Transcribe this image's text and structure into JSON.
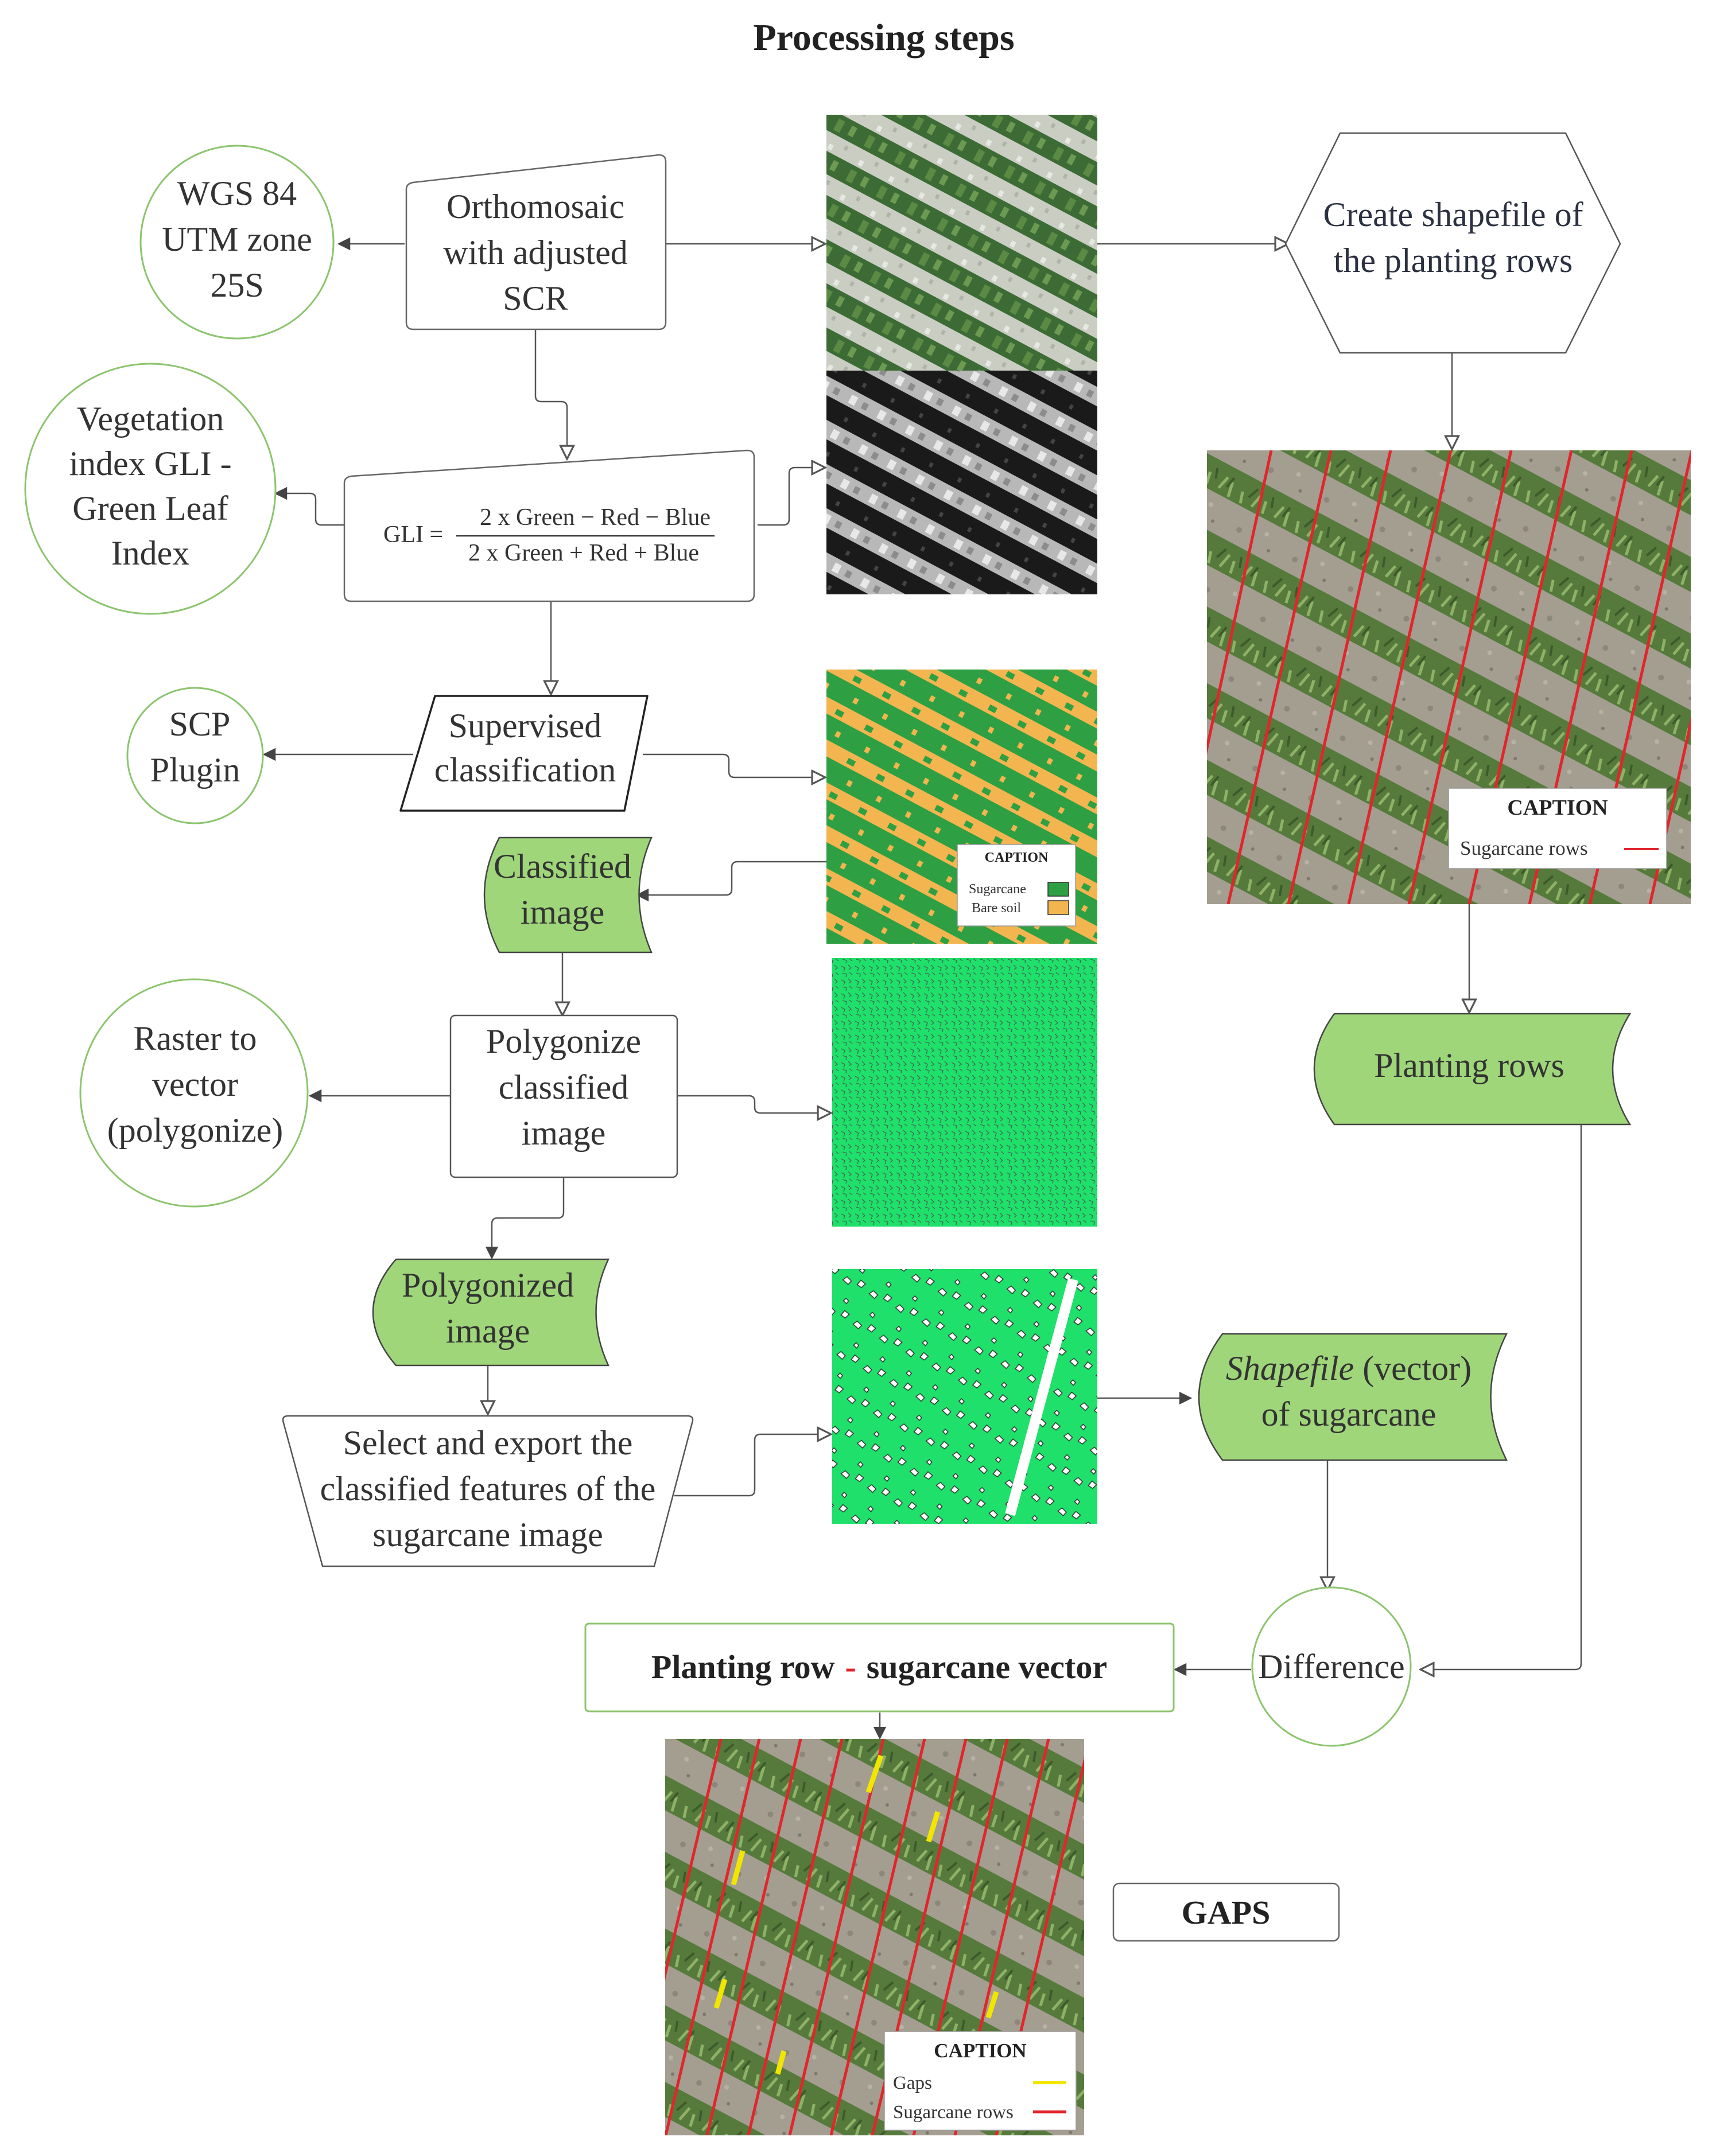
{
  "title": "Processing steps",
  "nodes": {
    "wgs": [
      "WGS 84",
      "UTM zone",
      "25S"
    ],
    "orthomosaic": [
      "Orthomosaic",
      "with adjusted",
      "SCR"
    ],
    "create_shapefile": [
      "Create shapefile of",
      "the planting rows"
    ],
    "vegetation_index": [
      "Vegetation",
      "index GLI -",
      "Green Leaf",
      "Index"
    ],
    "gli_formula": {
      "lhs": "GLI =",
      "numerator": "2 x Green  − Red − Blue",
      "denominator": "2 x Green + Red + Blue"
    },
    "scp_plugin": [
      "SCP",
      "Plugin"
    ],
    "supervised": [
      "Supervised",
      "classification"
    ],
    "classified_image": [
      "Classified",
      "image"
    ],
    "raster_to_vector": [
      "Raster to",
      "vector",
      "(polygonize)"
    ],
    "polygonize": [
      "Polygonize",
      "classified",
      "image"
    ],
    "polygonized_image": [
      "Polygonized",
      "image"
    ],
    "select_export": [
      "Select and export the",
      "classified features of the",
      "sugarcane image"
    ],
    "planting_rows": "Planting rows",
    "shapefile_sugarcane": {
      "line1_italic": "Shapefile",
      "line1_rest": " (vector)",
      "line2": "of sugarcane"
    },
    "difference": "Difference",
    "planting_minus": {
      "left": "Planting row",
      "dash": "-",
      "right": "sugarcane vector"
    },
    "gaps": "GAPS"
  },
  "legends": {
    "classification": {
      "title": "CAPTION",
      "items": [
        "Sugarcane",
        "Bare soil"
      ]
    },
    "rows": {
      "title": "CAPTION",
      "items": [
        "Sugarcane rows"
      ]
    },
    "gaps": {
      "title": "CAPTION",
      "items": [
        "Gaps",
        "Sugarcane rows"
      ]
    }
  },
  "colors": {
    "node_green": "#9fd67a",
    "circle_border": "#8cc46e",
    "sugarcane_class": "#2ea043",
    "bare_soil_class": "#f2b54f",
    "polygon_green": "#1fe06a",
    "row_line": "#e0262c",
    "gap_line": "#f2e600"
  }
}
